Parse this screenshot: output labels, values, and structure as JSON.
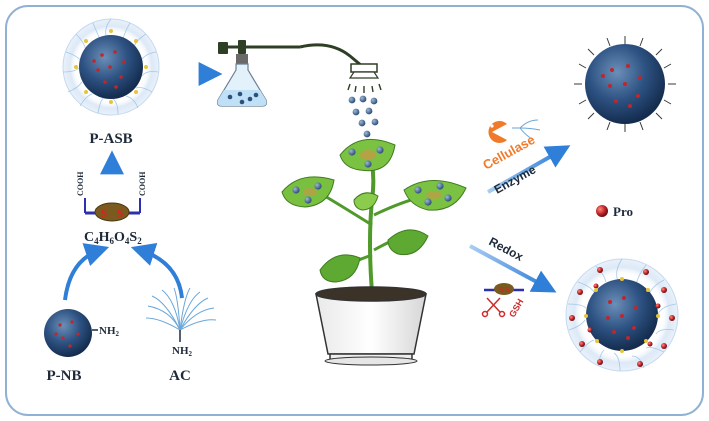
{
  "labels": {
    "p_asb": "P-ASB",
    "formula_main": "C",
    "formula_s1": "4",
    "formula_h": "H",
    "formula_s2": "6",
    "formula_o": "O",
    "formula_s3": "4",
    "formula_s": "S",
    "formula_s4": "2",
    "ss_left": "S",
    "ss_right": "S",
    "cooh_left": "COOH",
    "cooh_right": "COOH",
    "nh2_nb": "NH",
    "nh2_nb_sub": "2",
    "nh2_ac": "NH",
    "nh2_ac_sub": "2",
    "p_nb": "P-NB",
    "ac": "AC",
    "cellulase": "Cellulase",
    "enzyme": "Enzyme",
    "redox": "Redox",
    "gsh": "GSH",
    "pro": "Pro"
  },
  "colors": {
    "frame": "#8fb2d4",
    "arrow": "#3f8ee0",
    "nanoparticle": "#24466e",
    "pro_dot": "#c0262b",
    "cellulase": "#f07a2a",
    "leaf": "#69b83a",
    "disulfide": "#7a5a1e",
    "linker": "#2b2fb0"
  }
}
